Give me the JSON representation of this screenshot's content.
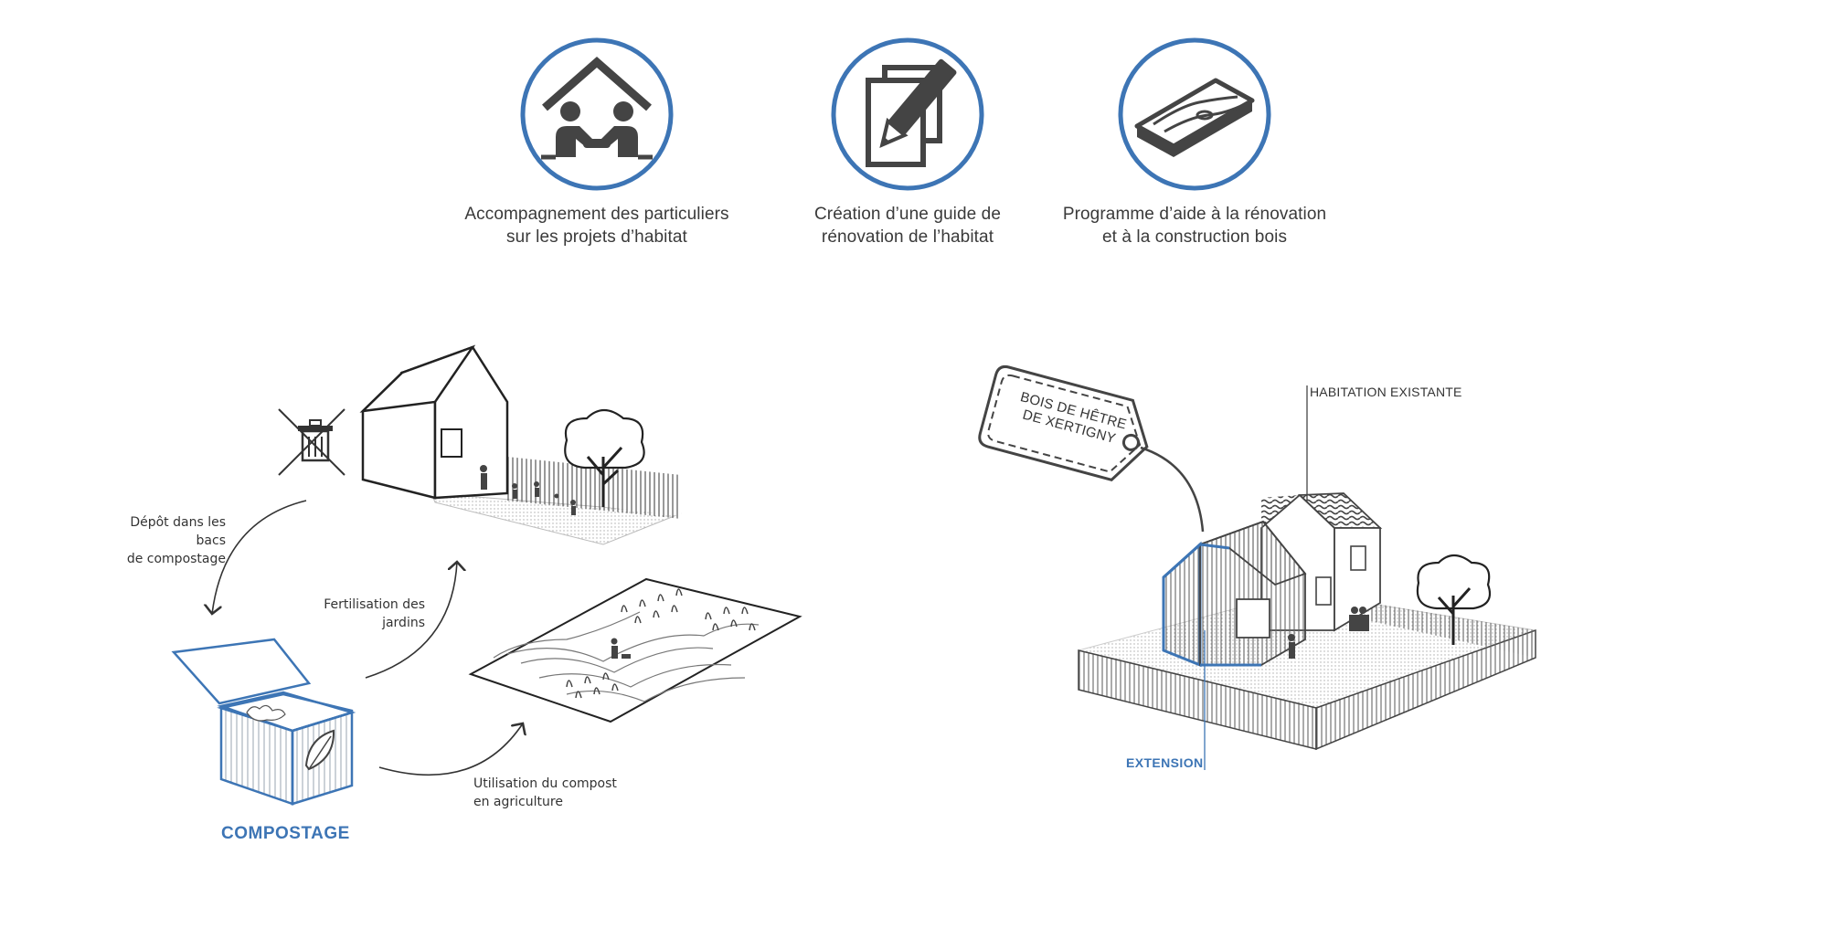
{
  "colors": {
    "accent": "#3d75b5",
    "ink": "#333333",
    "icon_fill": "#444444"
  },
  "top_icons": [
    {
      "icon": "handshake-house-icon",
      "line1": "Accompagnement des particuliers",
      "line2": "sur les projets d’habitat"
    },
    {
      "icon": "pencil-paper-icon",
      "line1": "Création d’une guide de",
      "line2": "rénovation de l’habitat"
    },
    {
      "icon": "wood-plank-icon",
      "line1": "Programme d’aide à la rénovation",
      "line2": "et à la construction bois"
    }
  ],
  "compost_diagram": {
    "depot_line1": "Dépôt dans les bacs",
    "depot_line2": "de compostage",
    "fertilisation_line1": "Fertilisation des",
    "fertilisation_line2": "jardins",
    "utilisation_line1": "Utilisation du compost",
    "utilisation_line2": "en agriculture",
    "compost_label": "COMPOSTAGE"
  },
  "extension_diagram": {
    "tag_line1": "BOIS DE HÊTRE",
    "tag_line2": "DE XERTIGNY",
    "existing_label": "HABITATION EXISTANTE",
    "extension_label": "EXTENSION"
  }
}
